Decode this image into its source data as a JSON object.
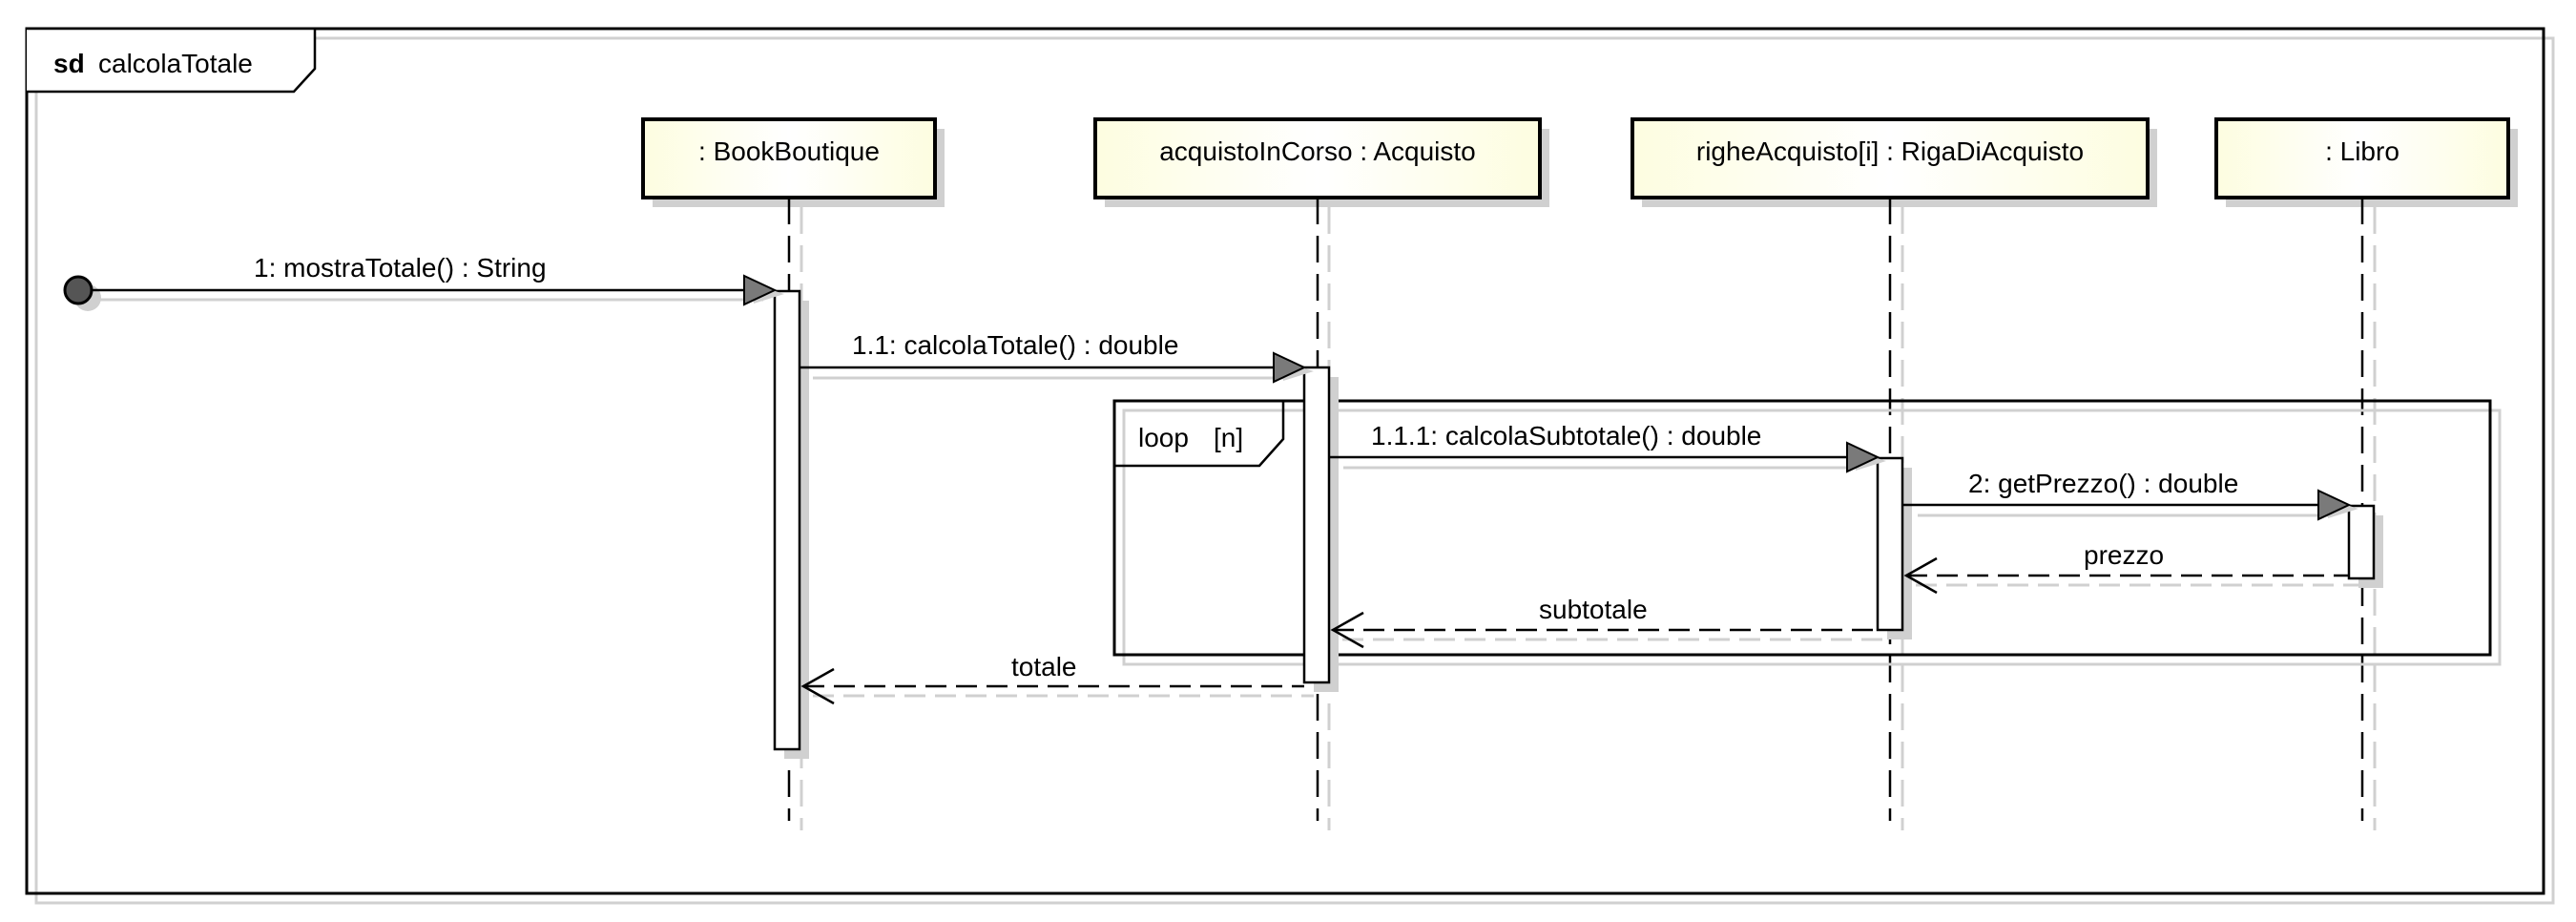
{
  "frame": {
    "keyword": "sd",
    "name": "calcolaTotale"
  },
  "lifelines": [
    {
      "label": ": BookBoutique"
    },
    {
      "label": "acquistoInCorso : Acquisto"
    },
    {
      "label": "righeAcquisto[i] : RigaDiAcquisto"
    },
    {
      "label": ": Libro"
    }
  ],
  "fragment": {
    "operator": "loop",
    "guard": "[n]"
  },
  "messages": [
    {
      "label": "1: mostraTotale() : String",
      "kind": "sync-found"
    },
    {
      "label": "1.1: calcolaTotale() : double",
      "kind": "sync"
    },
    {
      "label": "1.1.1: calcolaSubtotale() : double",
      "kind": "sync"
    },
    {
      "label": "2: getPrezzo() : double",
      "kind": "sync"
    },
    {
      "label": "prezzo",
      "kind": "return"
    },
    {
      "label": "subtotale",
      "kind": "return"
    },
    {
      "label": "totale",
      "kind": "return"
    }
  ],
  "colors": {
    "lifeline_head_fill": "#fdfde0",
    "shadow": "#d0d0d0",
    "arrow_fill": "#7a7a7a",
    "stroke": "#000000"
  }
}
